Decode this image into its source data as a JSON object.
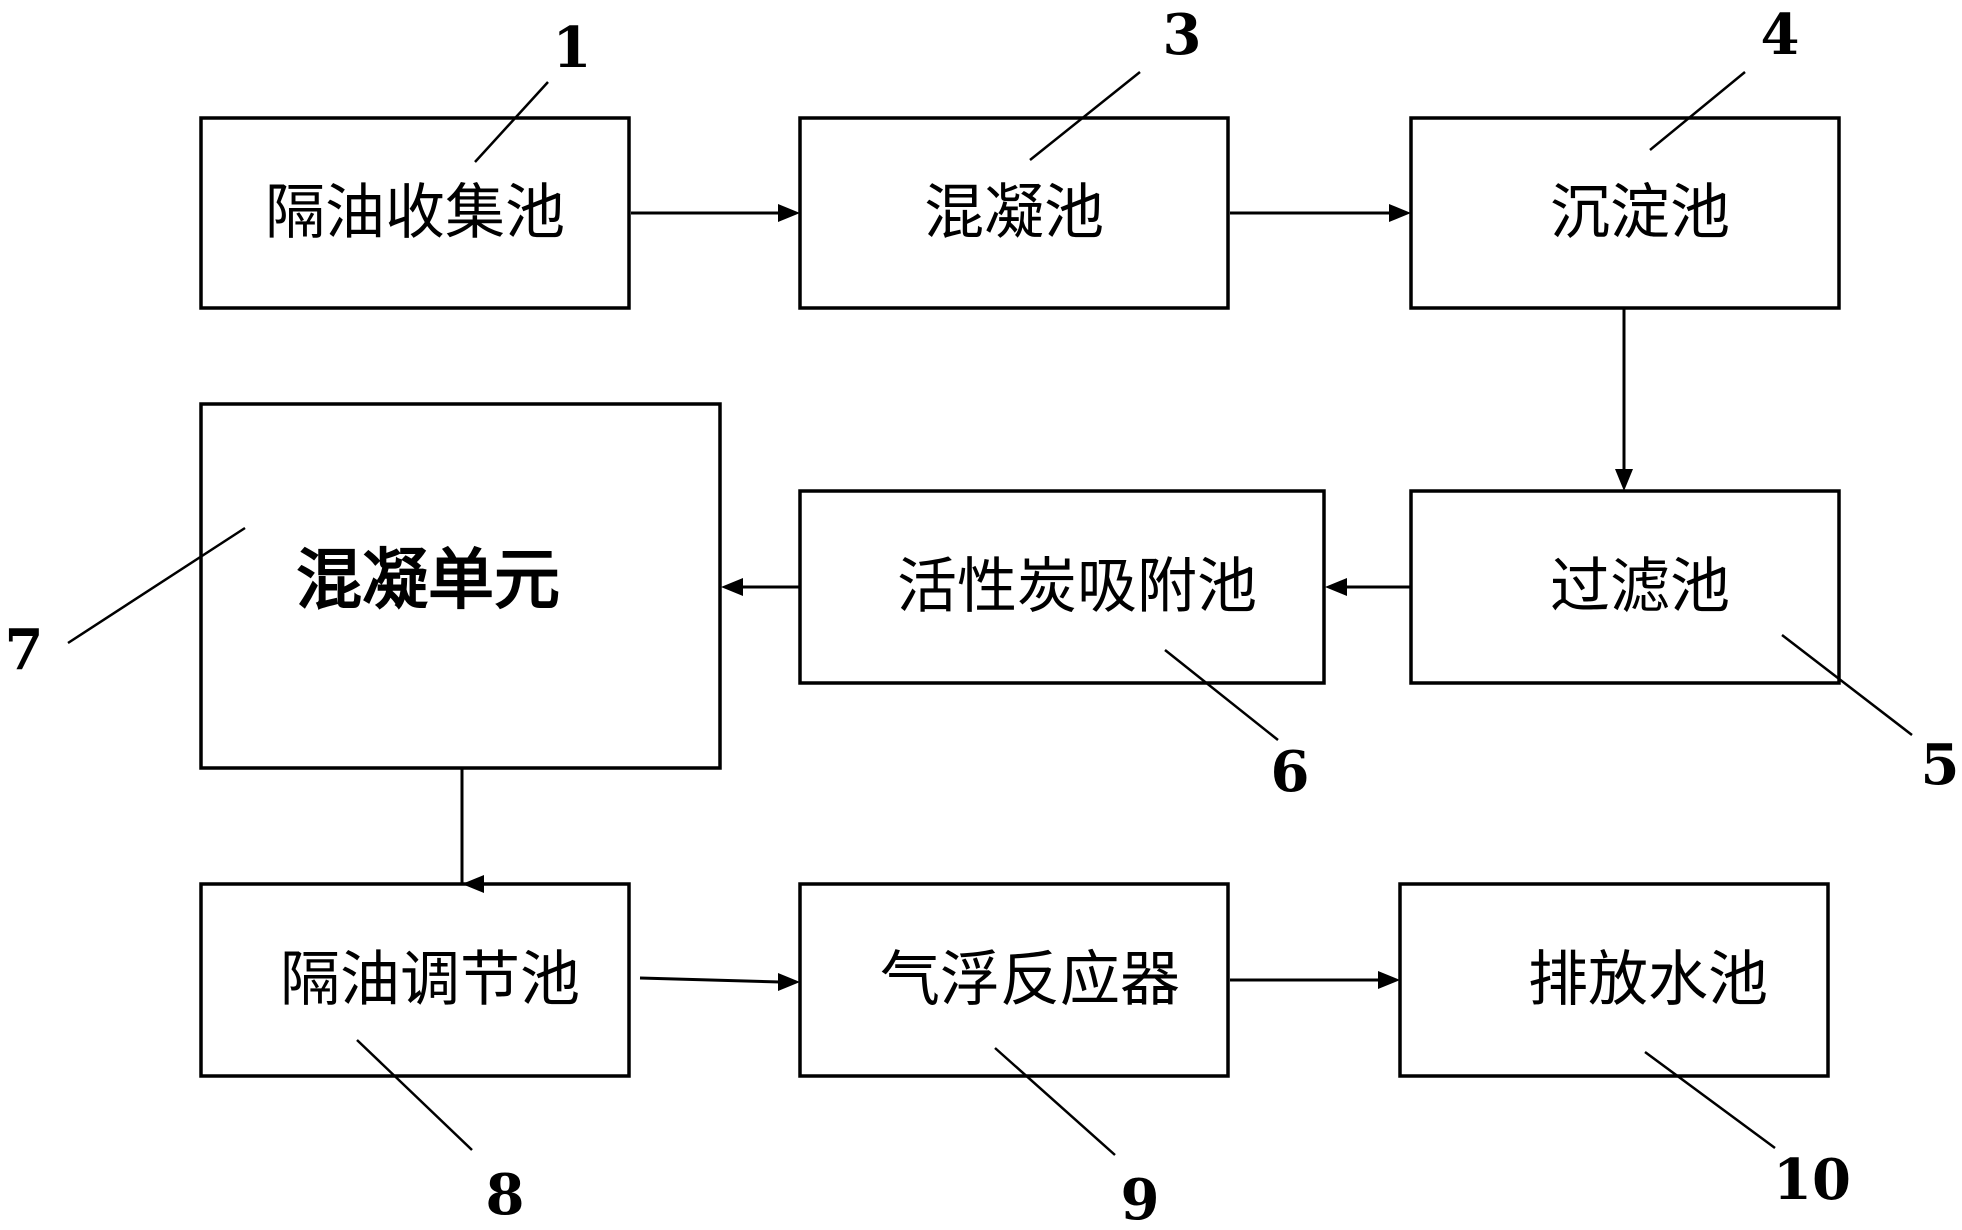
{
  "units": [
    {
      "number": "1",
      "label": "隔油收集池"
    },
    {
      "number": "3",
      "label": "混凝池"
    },
    {
      "number": "4",
      "label": "沉淀池"
    },
    {
      "number": "5",
      "label": "过滤池"
    },
    {
      "number": "6",
      "label": "活性炭吸附池"
    },
    {
      "number": "7",
      "label": "混凝单元"
    },
    {
      "number": "8",
      "label": "隔油调节池"
    },
    {
      "number": "9",
      "label": "气浮反应器"
    },
    {
      "number": "10",
      "label": "排放水池"
    }
  ]
}
